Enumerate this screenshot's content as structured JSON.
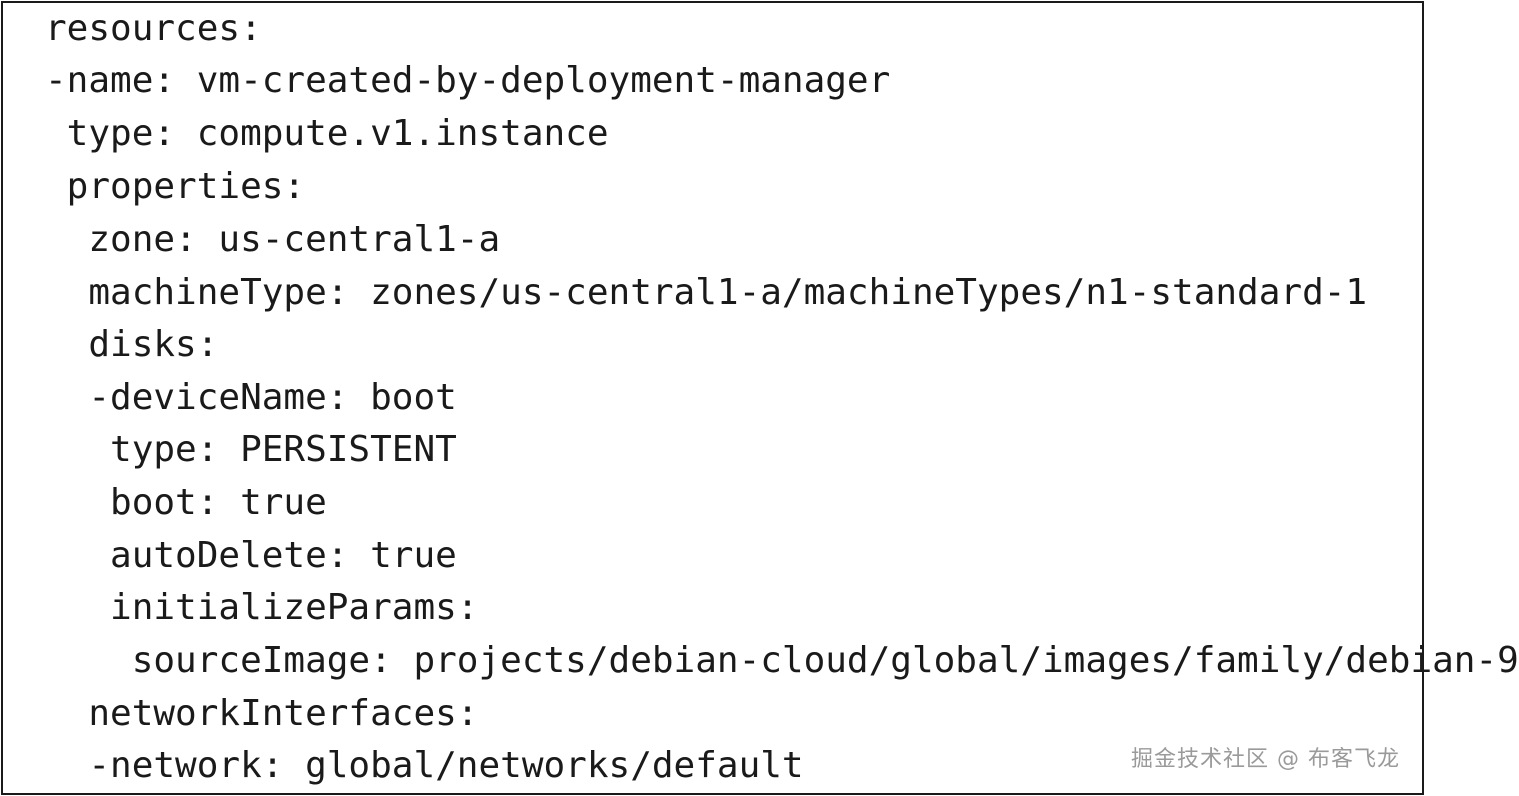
{
  "document": {
    "lines": [
      "resources:",
      "-name: vm-created-by-deployment-manager",
      " type: compute.v1.instance",
      " properties:",
      "  zone: us-central1-a",
      "  machineType: zones/us-central1-a/machineTypes/n1-standard-1",
      "  disks:",
      "  -deviceName: boot",
      "   type: PERSISTENT",
      "   boot: true",
      "   autoDelete: true",
      "   initializeParams:",
      "    sourceImage: projects/debian-cloud/global/images/family/debian-9",
      "  networkInterfaces:",
      "  -network: global/networks/default"
    ]
  },
  "watermark": "掘金技术社区 @ 布客飞龙",
  "colors": {
    "text": "#1a1a1a",
    "border": "#1a1a1a",
    "background": "#ffffff",
    "watermark": "#9a9a9a"
  }
}
